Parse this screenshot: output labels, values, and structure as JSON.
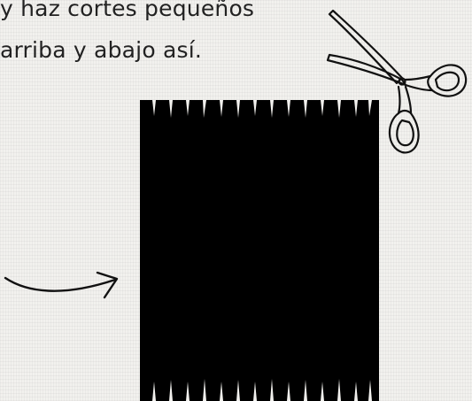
{
  "instruction": {
    "line1": "y haz cortes pequeños",
    "line2": "arriba y abajo así."
  },
  "illustrations": {
    "scissors": "scissors-icon",
    "arrow": "curved-arrow-icon",
    "fabric": "fringed-fabric-illustration"
  },
  "colors": {
    "background": "#f2f1ee",
    "fabric": "#000000",
    "text": "#222222",
    "outline": "#111111"
  }
}
